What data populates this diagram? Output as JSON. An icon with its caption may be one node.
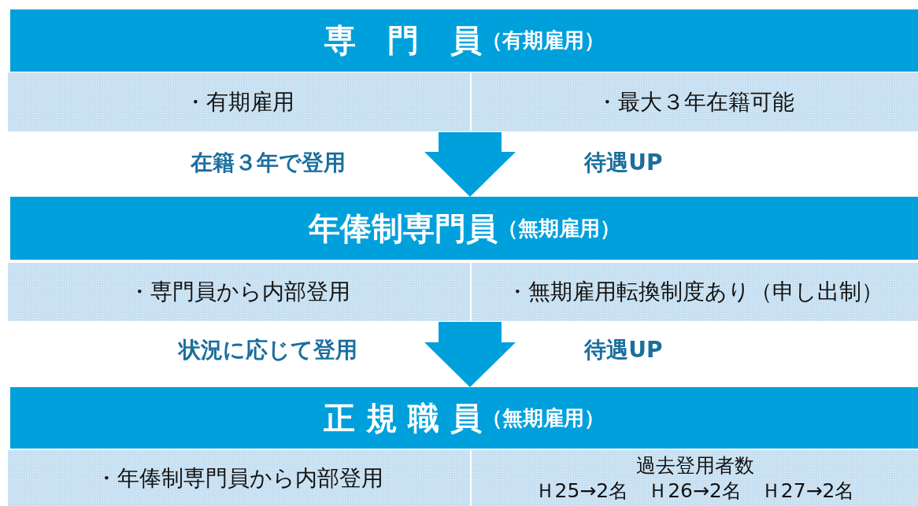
{
  "diagram": {
    "nodes": [
      {
        "text": [],
        "shape": "box"
      },
      {
        "text": [
          "専　門　員",
          "（有期雇用）"
        ],
        "in": 0
      },
      {
        "text": [
          "・有期雇用"
        ],
        "in": 0
      },
      {
        "text": [
          "・最大３年在籍可能"
        ],
        "in": 0
      },
      {
        "text": [],
        "shape": "box"
      },
      {
        "text": [
          "年俸制専門員",
          "（無期雇用）"
        ],
        "in": 4
      },
      {
        "text": [
          "・専門員から内部登用"
        ],
        "in": 4
      },
      {
        "text": [
          "・無期雇用転換制度あり（申し出制）"
        ],
        "in": 4
      },
      {
        "text": [],
        "shape": "box"
      },
      {
        "text": [
          "正 規 職 員",
          "（無期雇用）"
        ],
        "in": 8
      },
      {
        "text": [
          "・年俸制専門員から内部登用"
        ],
        "in": 8
      },
      {
        "text": [
          "過去登用者数",
          "Ｈ25→2名　Ｈ26→2名　Ｈ27→2名"
        ],
        "in": 8
      }
    ],
    "edges": [
      {
        "from": 0,
        "to": 4,
        "arrow": "to"
      },
      {
        "from": 4,
        "to": 8,
        "arrow": "to"
      }
    ],
    "labels": [
      "在籍３年で登用",
      "待遇UP",
      "状況に応じて登用",
      "待遇UP"
    ]
  }
}
